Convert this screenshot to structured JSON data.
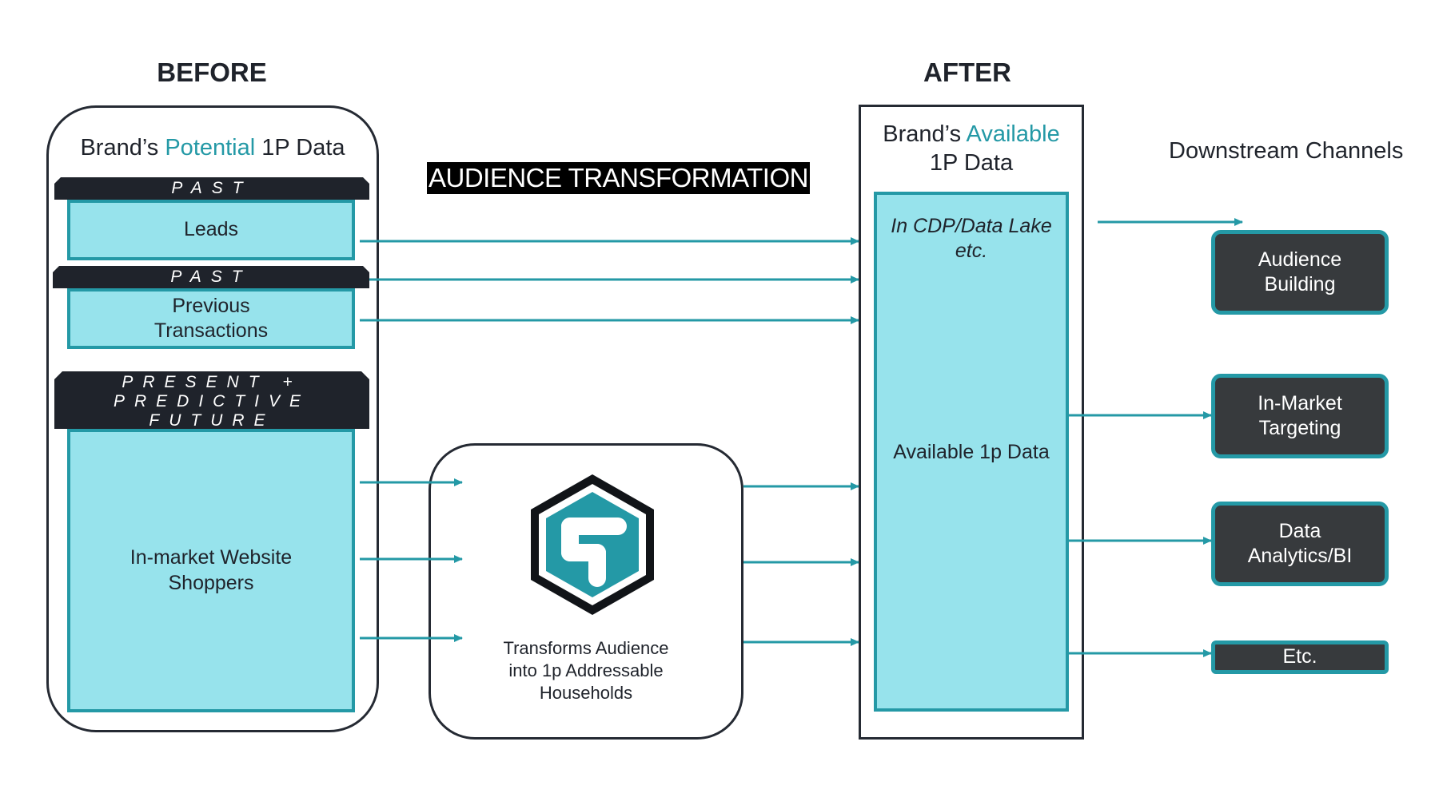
{
  "headers": {
    "before": "BEFORE",
    "after": "AFTER",
    "transformation": "AUDIENCE TRANSFORMATION",
    "downstream": "Downstream Channels"
  },
  "before": {
    "title_prefix": "Brand’s ",
    "title_highlight": "Potential",
    "title_suffix": " 1P Data",
    "tab_past_1": "PAST",
    "leads": "Leads",
    "tab_past_2": "PAST",
    "prev_line1": "Previous",
    "prev_line2": "Transactions",
    "tab_future_1": "PRESENT +",
    "tab_future_2": "PREDICTIVE",
    "tab_future_3": "FUTURE",
    "shoppers_line1": "In-market Website",
    "shoppers_line2": "Shoppers"
  },
  "middle": {
    "line1": "Transforms Audience",
    "line2": "into 1p Addressable",
    "line3": "Households",
    "logo_icon": "hexagon-t-logo-icon"
  },
  "after": {
    "title_prefix": "Brand’s ",
    "title_highlight": "Available",
    "title_line2": "1P Data",
    "cdp_line1": "In CDP/Data Lake",
    "cdp_line2": "etc.",
    "available": "Available 1p Data"
  },
  "channels": {
    "audience_1": "Audience",
    "audience_2": "Building",
    "inmarket_1": "In-Market",
    "inmarket_2": "Targeting",
    "analytics_1": "Data",
    "analytics_2": "Analytics/BI",
    "etc": "Etc."
  },
  "colors": {
    "teal": "#2499a6",
    "cyan_fill": "#97e3ec",
    "dark": "#1f232b",
    "channel_fill": "#373a3d"
  }
}
